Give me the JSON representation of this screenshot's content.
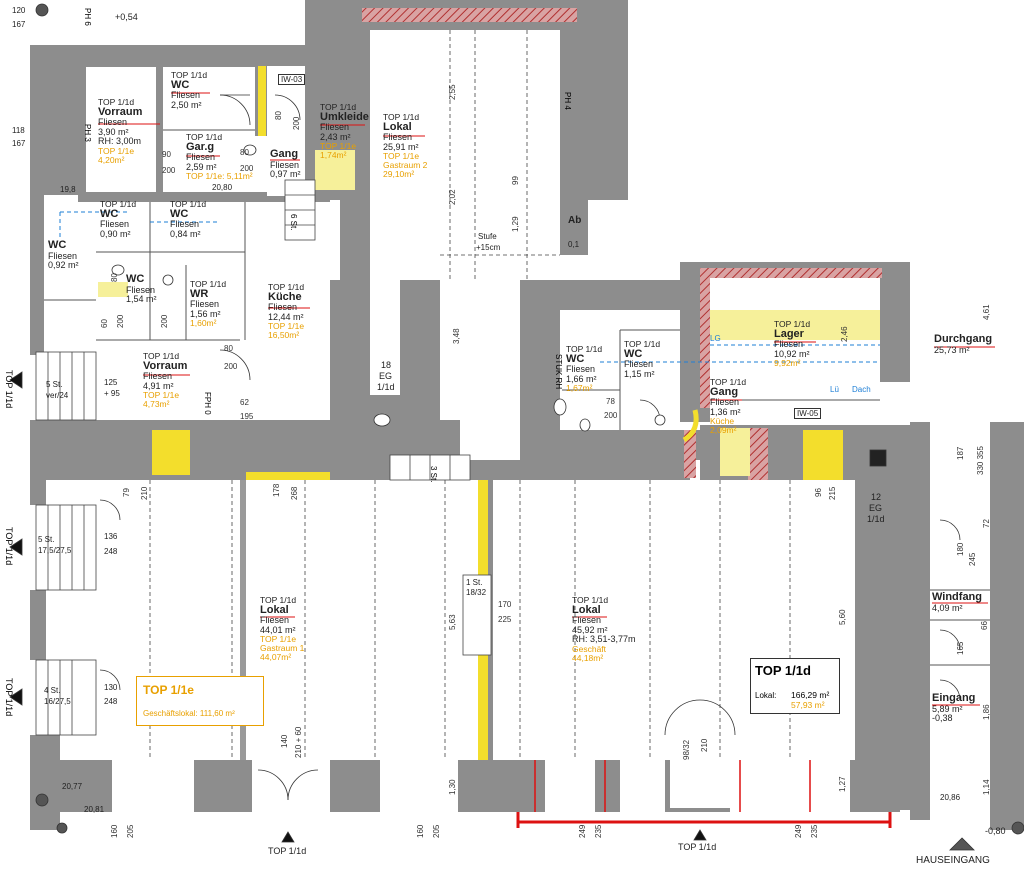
{
  "colors": {
    "wall": "#8d8d8d",
    "wall_light": "#a8a8a8",
    "hatch": "#c0392b",
    "yellow": "#f3de2c",
    "yellow_soft": "#f6f09a",
    "blue": "#1e7fd6",
    "orange": "#e8a000",
    "red": "#d11"
  },
  "rooms": [
    {
      "id": "vorraum1",
      "top": "TOP 1/1d",
      "name": "Vorraum",
      "l1": "Fliesen",
      "l2": "3,90 m²",
      "l3": "RH: 3,00m",
      "alt1": "TOP 1/1e",
      "alt2": "4,20m²"
    },
    {
      "id": "wc1",
      "top": "TOP 1/1d",
      "name": "WC",
      "l1": "Fliesen",
      "l2": "2,50 m²"
    },
    {
      "id": "garg",
      "top": "TOP 1/1d",
      "name": "Gar.g",
      "l1": "Fliesen",
      "l2": "2,59 m²",
      "alt1": "TOP 1/1e: 5,11m²"
    },
    {
      "id": "gang1",
      "name": "Gang",
      "l1": "Fliesen",
      "l2": "0,97 m²"
    },
    {
      "id": "umkleide",
      "top": "TOP 1/1d",
      "name": "Umkleide",
      "l1": "Fliesen",
      "l2": "2,43 m²",
      "alt1": "TOP 1/1e",
      "alt2": "1,74m²"
    },
    {
      "id": "lokal_top",
      "top": "TOP 1/1d",
      "name": "Lokal",
      "l1": "Fliesen",
      "l2": "25,91 m²",
      "alt1": "TOP 1/1e",
      "alt2": "Gastraum 2",
      "alt3": "29,10m²"
    },
    {
      "id": "wc2",
      "top": "TOP 1/1d",
      "name": "WC",
      "l1": "Fliesen",
      "l2": "0,90 m²"
    },
    {
      "id": "wc3",
      "top": "TOP 1/1d",
      "name": "WC",
      "l1": "Fliesen",
      "l2": "0,84 m²"
    },
    {
      "id": "wc4",
      "name": "WC",
      "l1": "Fliesen",
      "l2": "0,92 m²"
    },
    {
      "id": "wc5",
      "name": "WC",
      "l1": "Fliesen",
      "l2": "1,54 m²"
    },
    {
      "id": "wr",
      "top": "TOP 1/1d",
      "name": "WR",
      "l1": "Fliesen",
      "l2": "1,56 m²",
      "alt1": "1,60m²"
    },
    {
      "id": "kueche1",
      "top": "TOP 1/1d",
      "name": "Küche",
      "l1": "Fliesen",
      "l2": "12,44 m²",
      "alt1": "TOP 1/1e",
      "alt2": "16,50m²"
    },
    {
      "id": "vorraum2",
      "top": "TOP 1/1d",
      "name": "Vorraum",
      "l1": "Fliesen",
      "l2": "4,91 m²",
      "alt1": "TOP 1/1e",
      "alt2": "4,73m²"
    },
    {
      "id": "lager",
      "top": "TOP 1/1d",
      "name": "Lager",
      "l1": "Fliesen",
      "l2": "10,92 m²",
      "alt1": "9,92m²"
    },
    {
      "id": "wc6",
      "top": "TOP 1/1d",
      "name": "WC",
      "l1": "Fliesen",
      "l2": "1,66 m²",
      "alt1": "1,67m²"
    },
    {
      "id": "wc7",
      "top": "TOP 1/1d",
      "name": "WC",
      "l1": "Fliesen",
      "l2": "1,15 m²"
    },
    {
      "id": "gang2",
      "top": "TOP 1/1d",
      "name": "Gang",
      "l1": "Fliesen",
      "l2": "1,36 m²",
      "alt1": "Küche",
      "alt2": "2,09m²"
    },
    {
      "id": "durchgang",
      "name": "Durchgang",
      "l2": "25,73 m²"
    },
    {
      "id": "lokal_left",
      "top": "TOP 1/1d",
      "name": "Lokal",
      "l1": "Fliesen",
      "l2": "44,01 m²",
      "alt1": "TOP 1/1e",
      "alt2": "Gastraum 1",
      "alt3": "44,07m²"
    },
    {
      "id": "lokal_right",
      "top": "TOP 1/1d",
      "name": "Lokal",
      "l1": "Fliesen",
      "l2": "45,92 m²",
      "l3": "RH: 3,51-3,77m",
      "alt1": "Geschäft",
      "alt2": "44,18m²"
    },
    {
      "id": "windfang",
      "name": "Windfang",
      "l2": "4,09 m²"
    },
    {
      "id": "eingang",
      "name": "Eingang",
      "l2": "5,89 m²",
      "l3": "-0,38"
    }
  ],
  "box_1e": {
    "title": "TOP 1/1e",
    "line": "Geschäftslokal: 111,60 m²"
  },
  "box_1d": {
    "title": "TOP 1/1d",
    "label": "Lokal:",
    "value": "166,29 m²",
    "value2": "57,93 m²"
  },
  "tags": {
    "iw03": "IW-03",
    "iw05": "IW-05",
    "ph6": "PH 6",
    "ph3": "PH 3",
    "ph4": "PH 4",
    "ab": "Ab",
    "ab_v": "0,1",
    "stufe": "Stufe",
    "stufe_h": "+15cm",
    "stuk": "STUK RH",
    "fph": "FPH 0",
    "eg18": "18",
    "eg18b": "EG",
    "eg18c": "1/1d",
    "eg12": "12",
    "eg12b": "EG",
    "eg12c": "1/1d",
    "stairs_right": "3 St.",
    "stairs_top": "6 St.",
    "lg": "LG",
    "dach": "Dach",
    "lu": "Lü",
    "one_st": "1 St.",
    "one_st_v": "18/32",
    "st5a": "5 St.",
    "st5a_v": "ver/24",
    "st5b": "5 St.",
    "st5b_v": "17,5/27,5",
    "st4": "4 St.",
    "st4_v": "16/27,5",
    "d125": "125",
    "d95": "+ 95",
    "d136": "136",
    "d248": "248",
    "d130": "130",
    "d248b": "248",
    "hauseingang": "HAUSEINGANG",
    "top_bottom_left": "TOP 1/1d",
    "top_bottom_mid": "TOP 1/1d",
    "top_side_1": "TOP 1/1d",
    "top_side_2": "TOP 1/1d",
    "top_side_3": "TOP 1/1d",
    "elev_054": "+0,54",
    "elev_080": "-0,80",
    "elev_2077": "20,77",
    "elev_2081": "20,81",
    "elev_2086": "20,86",
    "elev_198": "19,8",
    "gar_d": "20,80",
    "lvl_120": "120",
    "lvl_167": "167",
    "lvl_118": "118",
    "lvl_167b": "167"
  },
  "dims": {
    "d255": "2,55",
    "d202": "2,02",
    "d99": "99",
    "d129": "1,29",
    "d348": "3,48",
    "d563": "5,63",
    "d560": "5,60",
    "d170": "170",
    "d225": "225",
    "d79": "79",
    "d210": "210",
    "d178": "178",
    "d268": "268",
    "d96": "96",
    "d215": "215",
    "d140": "140",
    "d210b": "210 + 60",
    "d130b": "1,30",
    "d127": "1,27",
    "d114": "1,14",
    "d186": "1,86",
    "d461": "4,61",
    "d246": "2,46",
    "d160a": "160",
    "d205a": "205",
    "d160b": "160",
    "d205b": "205",
    "d249a": "249",
    "d235a": "235",
    "d249b": "249",
    "d235b": "235",
    "d9832": "98/32",
    "d210c": "210",
    "d187": "187",
    "d330": "330 355",
    "d180": "180",
    "d245": "245",
    "d72": "72",
    "d165": "165",
    "d66": "66",
    "d80a": "80",
    "d200a": "200",
    "d62": "62",
    "d195": "195",
    "d78": "78",
    "d200b": "200",
    "d80b": "80",
    "d200c": "200",
    "d90": "90",
    "d200d": "200",
    "d60": "60",
    "d200e": "200",
    "d80c": "80",
    "d200f": "200",
    "d80d": "80",
    "d200g": "200"
  }
}
